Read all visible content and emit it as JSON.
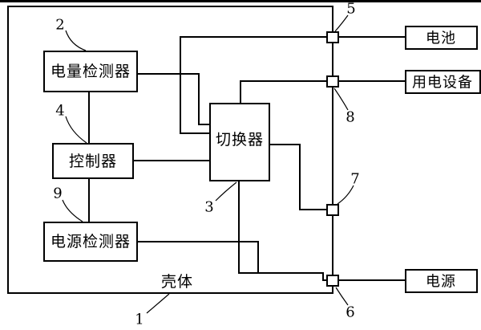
{
  "figure": {
    "housing": {
      "label": "壳体",
      "ref": "1"
    },
    "blocks": {
      "battery_detector": {
        "label": "电量检测器",
        "ref": "2"
      },
      "switcher": {
        "label": "切换器",
        "ref": "3"
      },
      "controller": {
        "label": "控制器",
        "ref": "4"
      },
      "power_detector": {
        "label": "电源检测器",
        "ref": "9"
      }
    },
    "external": {
      "battery": {
        "label": "电池"
      },
      "equipment": {
        "label": "用电设备"
      },
      "power": {
        "label": "电源"
      }
    },
    "connectors": {
      "c5": {
        "ref": "5"
      },
      "c6": {
        "ref": "6"
      },
      "c7": {
        "ref": "7"
      },
      "c8": {
        "ref": "8"
      }
    },
    "colors": {
      "ink": "#000000",
      "paper": "#ffffff"
    }
  }
}
